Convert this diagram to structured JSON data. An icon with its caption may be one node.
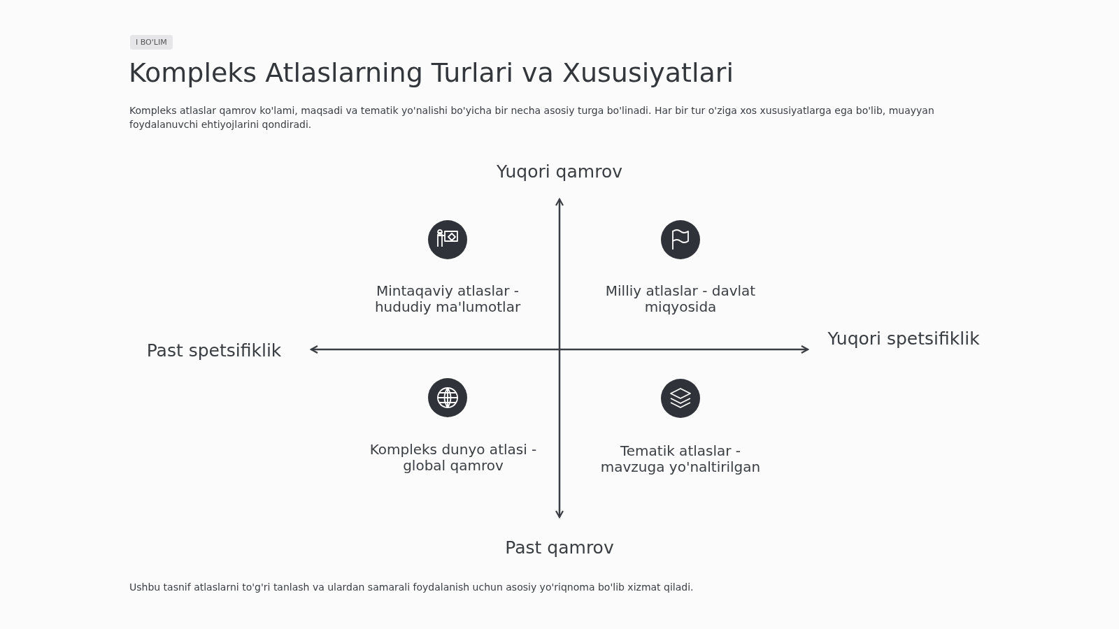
{
  "diagram": {
    "title": "Kompleks Atlaslarning Turlari va Xususiyatlari",
    "caption": "Ushbu tasnif atlaslarni to'g'ri tanlash va ulardan samarali foydalanish uchun asosiy yo'riqnoma bo'lib xizmat qiladi.",
    "labels": [
      "I BO'LIM",
      "Kompleks atlaslar qamrov ko'lami, maqsadi va tematik yo'nalishi bo'yicha bir necha asosiy turga bo'linadi. Har bir tur o'ziga xos xususiyatlarga ega bo'lib, muayyan foydalanuvchi ehtiyojlarini qondiradi.",
      "Yuqori qamrov",
      "Mintaqaviy atlaslar - hududiy ma'lumotlar",
      "Milliy atlaslar - davlat miqyosida",
      "Past spetsifiklik",
      "Yuqori spetsifiklik",
      "Kompleks dunyo atlasi - global qamrov",
      "Tematik atlaslar - mavzuga yo'naltirilgan",
      "Past qamrov"
    ]
  }
}
